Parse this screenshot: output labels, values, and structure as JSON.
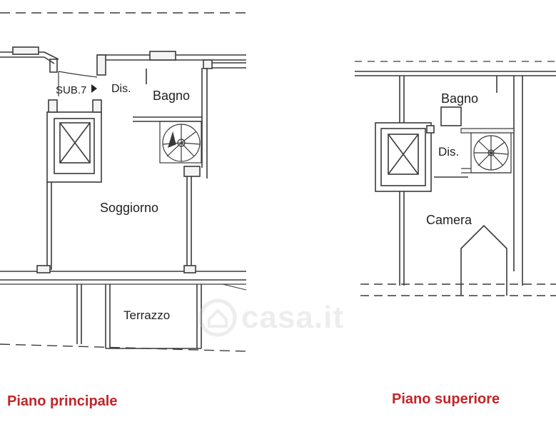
{
  "plans": {
    "main": {
      "caption": "Piano principale",
      "rooms": {
        "sub": "SUB.7",
        "dis": "Dis.",
        "bagno": "Bagno",
        "soggiorno": "Soggiorno",
        "terrazzo": "Terrazzo"
      }
    },
    "upper": {
      "caption": "Piano superiore",
      "rooms": {
        "bagno": "Bagno",
        "dis": "Dis.",
        "camera": "Camera"
      }
    }
  },
  "watermark": {
    "text": "casa.it"
  },
  "colors": {
    "caption": "#c0262a",
    "line": "#3a3a3a",
    "wall_fill": "#f4f4f4",
    "watermark": "#c9c9c9"
  },
  "icons": [
    "house-icon"
  ]
}
